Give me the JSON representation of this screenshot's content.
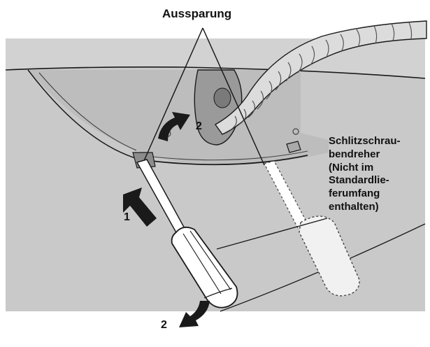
{
  "labels": {
    "top": "Aussparung",
    "screwdriver": "Schlitzschrau-\nbendreher\n(Nicht im\nStandardlie-\nferumfang\nenthalten)"
  },
  "steps": {
    "one": "1",
    "two_upper": "2",
    "two_lower": "2"
  },
  "colors": {
    "panel": "#c9c9c9",
    "panel_dark": "#b9b9b9",
    "line": "#1a1a1a",
    "hose": "#d9d9d9",
    "arrow": "#1a1a1a"
  }
}
